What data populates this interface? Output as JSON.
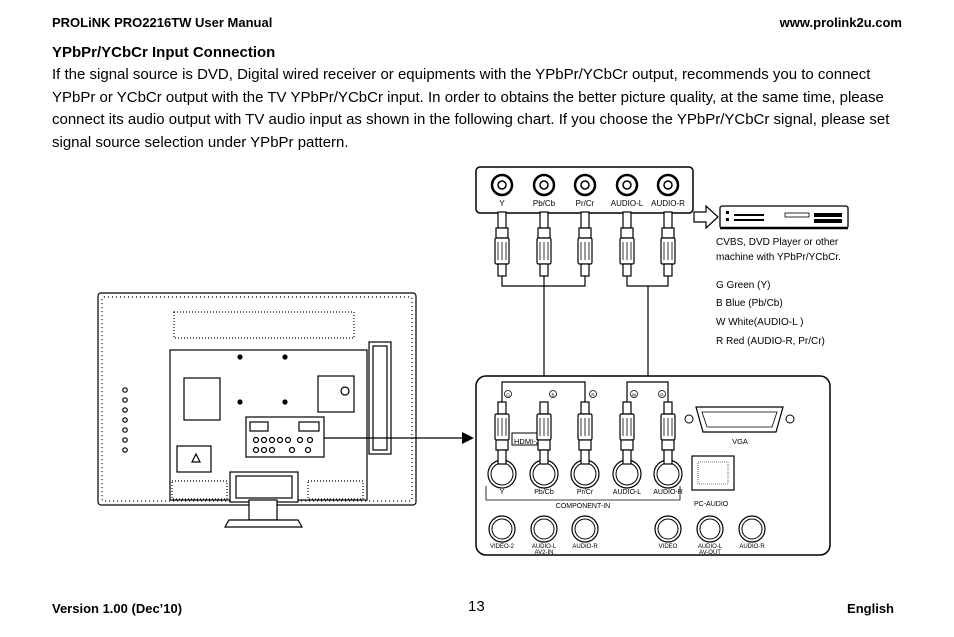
{
  "header": {
    "manual_title": "PROLiNK PRO2216TW User Manual",
    "website": "www.prolink2u.com"
  },
  "section": {
    "title": "YPbPr/YCbCr Input Connection",
    "paragraph": "If the signal source is DVD, Digital wired receiver or equipments with the YPbPr/YCbCr output, recommends you to connect YPbPr or YCbCr output with the TV YPbPr/YCbCr input. In order to obtains the better picture quality, at the same time, please connect its audio output with TV audio input as shown in the following chart. If you choose the YPbPr/YCbCr signal, please set signal source selection under YPbPr pattern."
  },
  "diagram": {
    "source_jacks": [
      "Y",
      "Pb/Cb",
      "Pr/Cr",
      "AUDIO-L",
      "AUDIO-R"
    ],
    "player_caption_line1": "CVBS, DVD  Player or other",
    "player_caption_line2": "machine with YPbPr/YCbCr.",
    "legend": [
      "G   Green (Y)",
      "B   Blue (Pb/Cb)",
      "W  White(AUDIO-L )",
      "R   Red (AUDIO-R, Pr/Cr)"
    ],
    "plug_letters": [
      "G",
      "B",
      "R",
      "W",
      "R"
    ],
    "panel": {
      "hdmi_label": "HDMI-2",
      "vga_label": "VGA",
      "component_jacks": [
        "Y",
        "Pb/Cb",
        "Pr/Cr",
        "AUDIO-L",
        "AUDIO-R"
      ],
      "component_group_label": "COMPONENT-IN",
      "pc_audio_label": "PC-AUDIO",
      "av2_jacks": [
        "VIDEO-2",
        "AUDIO-L",
        "AUDIO-R"
      ],
      "av2_sub_label": "AV2-IN",
      "avout_jacks": [
        "VIDEO",
        "AUDIO-L",
        "AUDIO-R"
      ],
      "avout_sub_label": "AV-OUT"
    }
  },
  "footer": {
    "version": "Version 1.00 (Dec’10)",
    "page_number": "13",
    "language": "English"
  }
}
